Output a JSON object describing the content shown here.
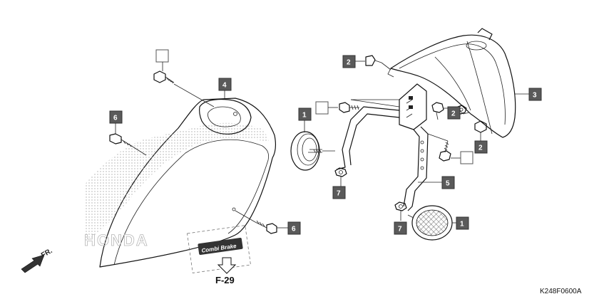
{
  "diagram_code": "K248F0600A",
  "reference": "F-29",
  "direction_label": "FR.",
  "stripe_label": "Combi Brake",
  "callouts": {
    "c1a": "1",
    "c1b": "1",
    "c2a": "2",
    "c2b": "2",
    "c2c": "2",
    "c3": "3",
    "c4": "4",
    "c5": "5",
    "c6a": "6",
    "c6b": "6",
    "c7a": "7",
    "c7b": "7"
  }
}
